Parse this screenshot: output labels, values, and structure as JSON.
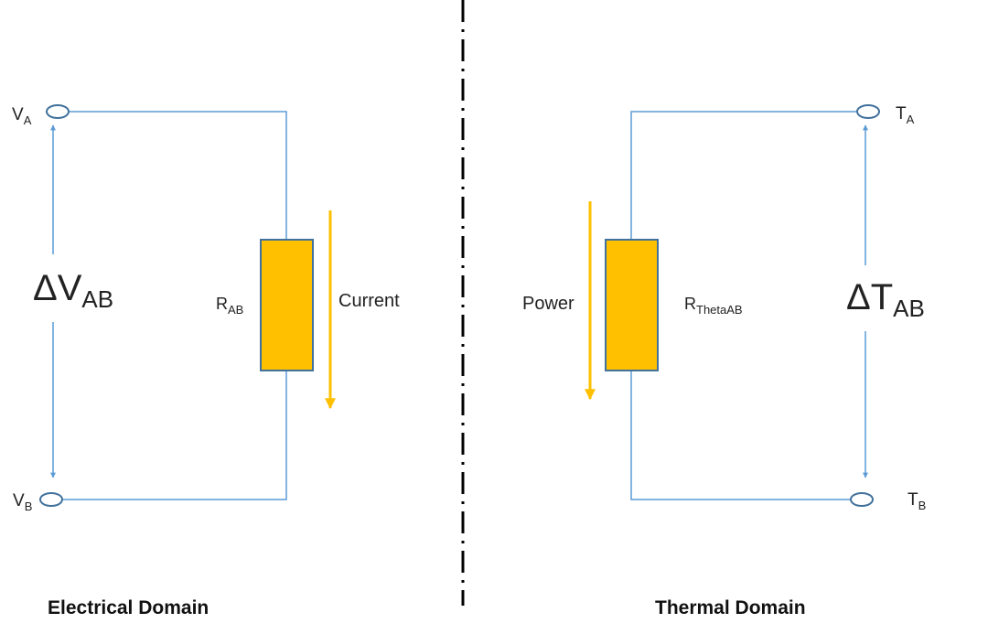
{
  "colors": {
    "wire": "#5b9bd5",
    "resistor_fill": "#ffc000",
    "resistor_stroke": "#41719c",
    "flow_arrow": "#ffc000",
    "divider": "#000000",
    "text": "#222222"
  },
  "electrical": {
    "terminal_a": {
      "main": "V",
      "sub": "A"
    },
    "terminal_b": {
      "main": "V",
      "sub": "B"
    },
    "delta": {
      "main": "ΔV",
      "sub": "AB"
    },
    "resistor": {
      "main": "R",
      "sub": "AB"
    },
    "flow_label": "Current",
    "domain_label": "Electrical Domain"
  },
  "thermal": {
    "terminal_a": {
      "main": "T",
      "sub": "A"
    },
    "terminal_b": {
      "main": "T",
      "sub": "B"
    },
    "delta": {
      "main": "ΔT",
      "sub": "AB"
    },
    "resistor": {
      "main": "R",
      "sub": "ThetaAB"
    },
    "flow_label": "Power",
    "domain_label": "Thermal Domain"
  }
}
